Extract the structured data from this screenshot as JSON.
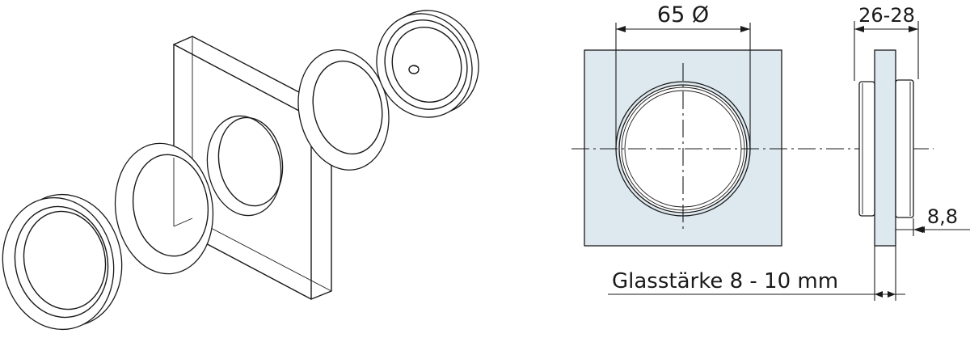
{
  "diagram": {
    "dimensions": {
      "diameter": "65 Ø",
      "depth": "26-28",
      "inset": "8,8",
      "glass_thickness": "Glasstärke 8 - 10 mm"
    },
    "colors": {
      "glass_fill": "#dde8ef",
      "line": "#1a1a1a",
      "background": "#ffffff"
    }
  }
}
